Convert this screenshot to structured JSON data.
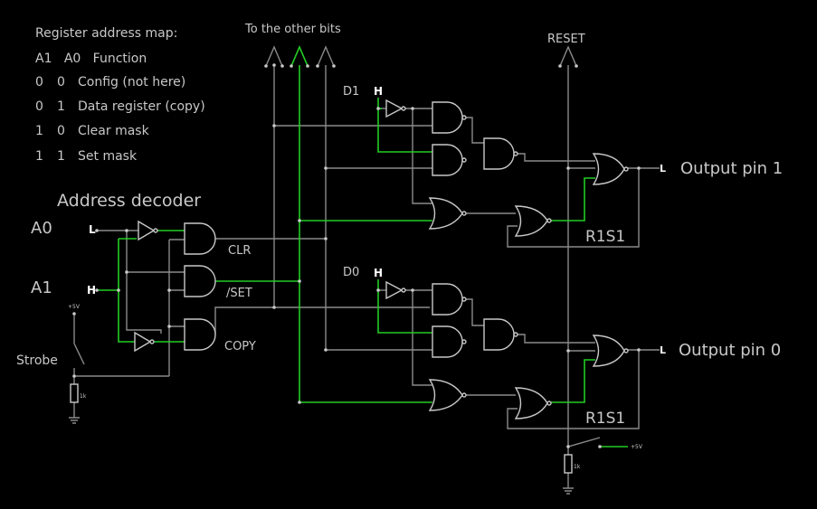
{
  "map": {
    "title": "Register address map:",
    "header": "A1   A0   Function",
    "rows": [
      {
        "a1": "0",
        "a0": "0",
        "fn": "Config (not here)"
      },
      {
        "a1": "0",
        "a0": "1",
        "fn": "Data register (copy)"
      },
      {
        "a1": "1",
        "a0": "0",
        "fn": "Clear mask"
      },
      {
        "a1": "1",
        "a0": "1",
        "fn": "Set mask"
      }
    ]
  },
  "decoder": {
    "title": "Address decoder",
    "a0_label": "A0",
    "a1_label": "A1",
    "a0_state": "L",
    "a1_state": "H",
    "strobe_label": "Strobe",
    "supply": "+5V",
    "resistor": "1k",
    "clr": "CLR",
    "set": "/SET",
    "copy": "COPY"
  },
  "bus": {
    "other_bits": "To the other bits",
    "reset": "RESET"
  },
  "bits": [
    {
      "data_label": "D1",
      "data_state": "H",
      "out_state": "L",
      "output": "Output pin 1",
      "latch": "R1S1"
    },
    {
      "data_label": "D0",
      "data_state": "H",
      "out_state": "L",
      "output": "Output pin 0",
      "latch": "R1S1"
    }
  ],
  "reset_supply": "+5V",
  "reset_resistor": "1k",
  "colors": {
    "wire_low": "#8a8a8a",
    "wire_high": "#22cc22",
    "gate": "#c8c8c8",
    "background": "#000000"
  }
}
